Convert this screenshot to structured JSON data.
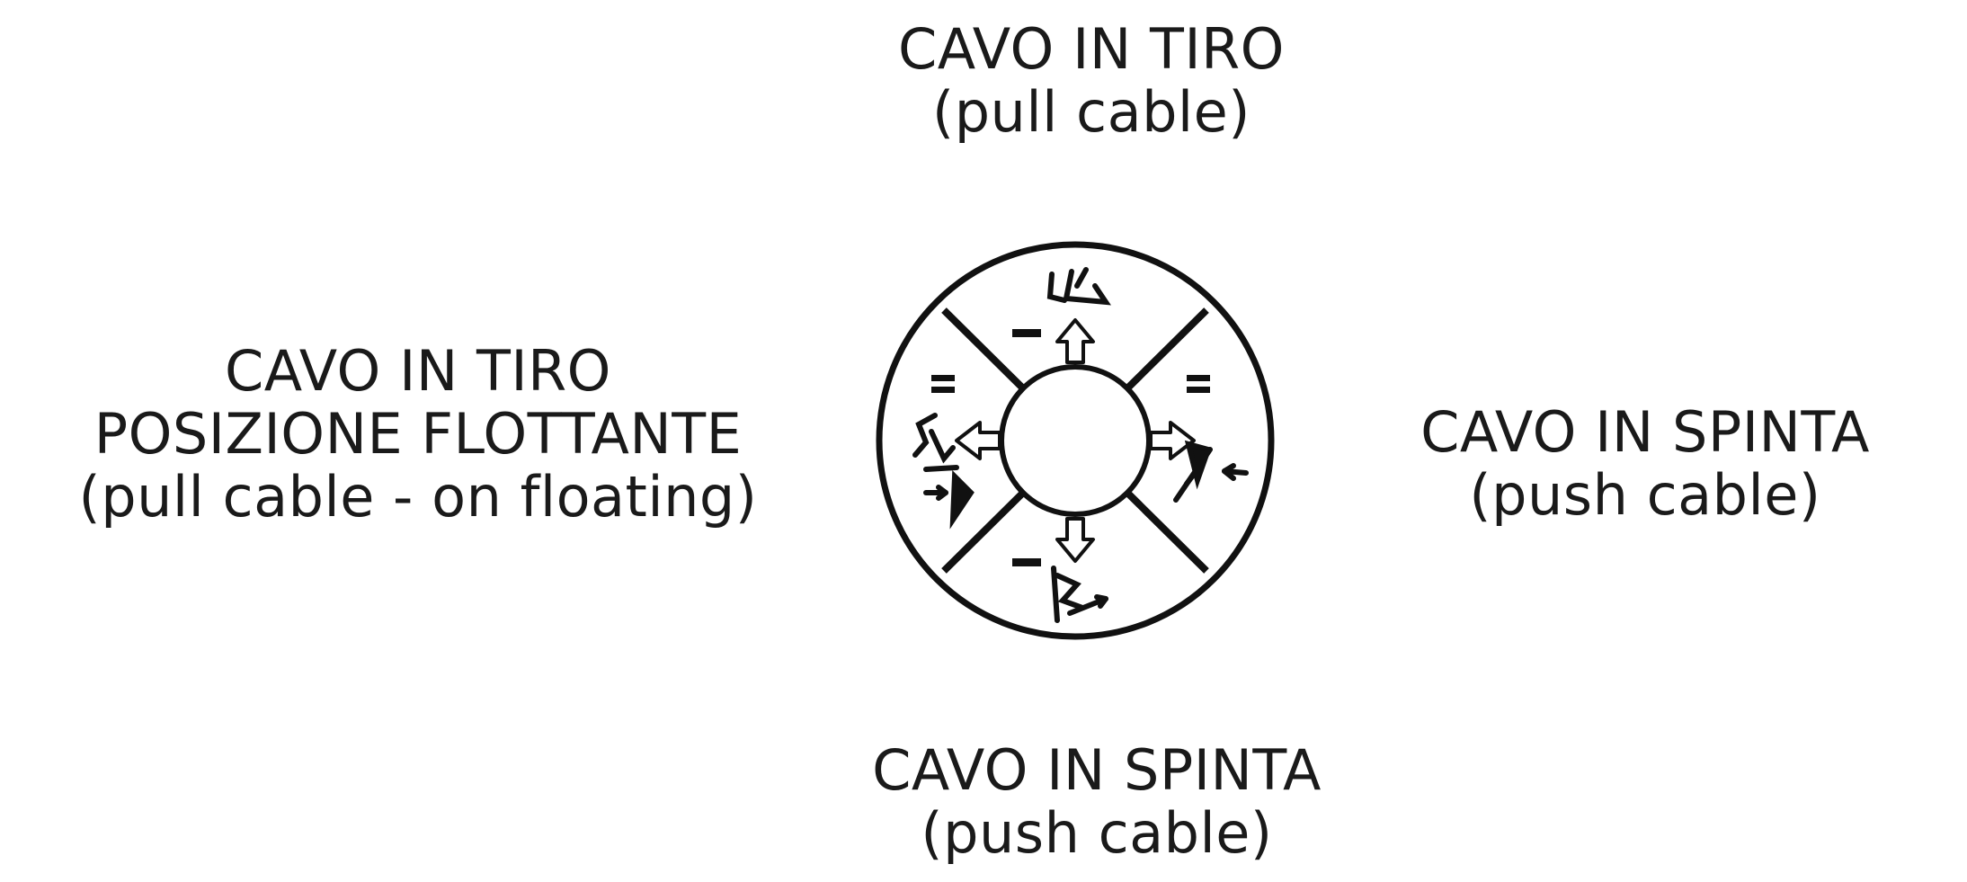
{
  "labels": {
    "top": {
      "line1": "CAVO IN TIRO",
      "line2": "(pull cable)"
    },
    "left": {
      "line1": "CAVO IN TIRO",
      "line2": "POSIZIONE FLOTTANTE",
      "line3": "(pull cable - on floating)"
    },
    "right": {
      "line1": "CAVO IN SPINTA",
      "line2": "(push cable)"
    },
    "bottom": {
      "line1": "CAVO IN SPINTA",
      "line2": "(push cable)"
    }
  },
  "knob": {
    "arrow_icons": [
      "arrow-up-icon",
      "arrow-left-icon",
      "arrow-right-icon",
      "arrow-down-icon"
    ],
    "lever_icons": [
      "lever-top-icon",
      "lever-left-icon",
      "lever-right-icon",
      "lever-bottom-icon"
    ],
    "marks": [
      "dash-mark",
      "equals-mark"
    ]
  },
  "colors": {
    "ink": "#111111",
    "background": "#ffffff"
  }
}
